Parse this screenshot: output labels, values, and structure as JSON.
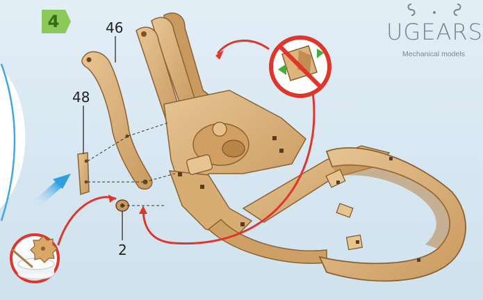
{
  "step": {
    "number": "4",
    "badge_color": "#8cc85a"
  },
  "callouts": {
    "part_46": "46",
    "part_48": "48",
    "part_2": "2"
  },
  "brand": {
    "name": "UGEARS",
    "tagline": "Mechanical models"
  },
  "icons": {
    "no_sanding": "prohibition-icon",
    "glue_hint": "glue-brush-icon",
    "direction": "blue-arrow-icon"
  },
  "colors": {
    "wood": "#dcb47e",
    "wood_dark": "#a77a44",
    "arrow_red": "#e0352b",
    "arrow_blue": "#2f9fe0",
    "background": "#d9e8f2"
  }
}
